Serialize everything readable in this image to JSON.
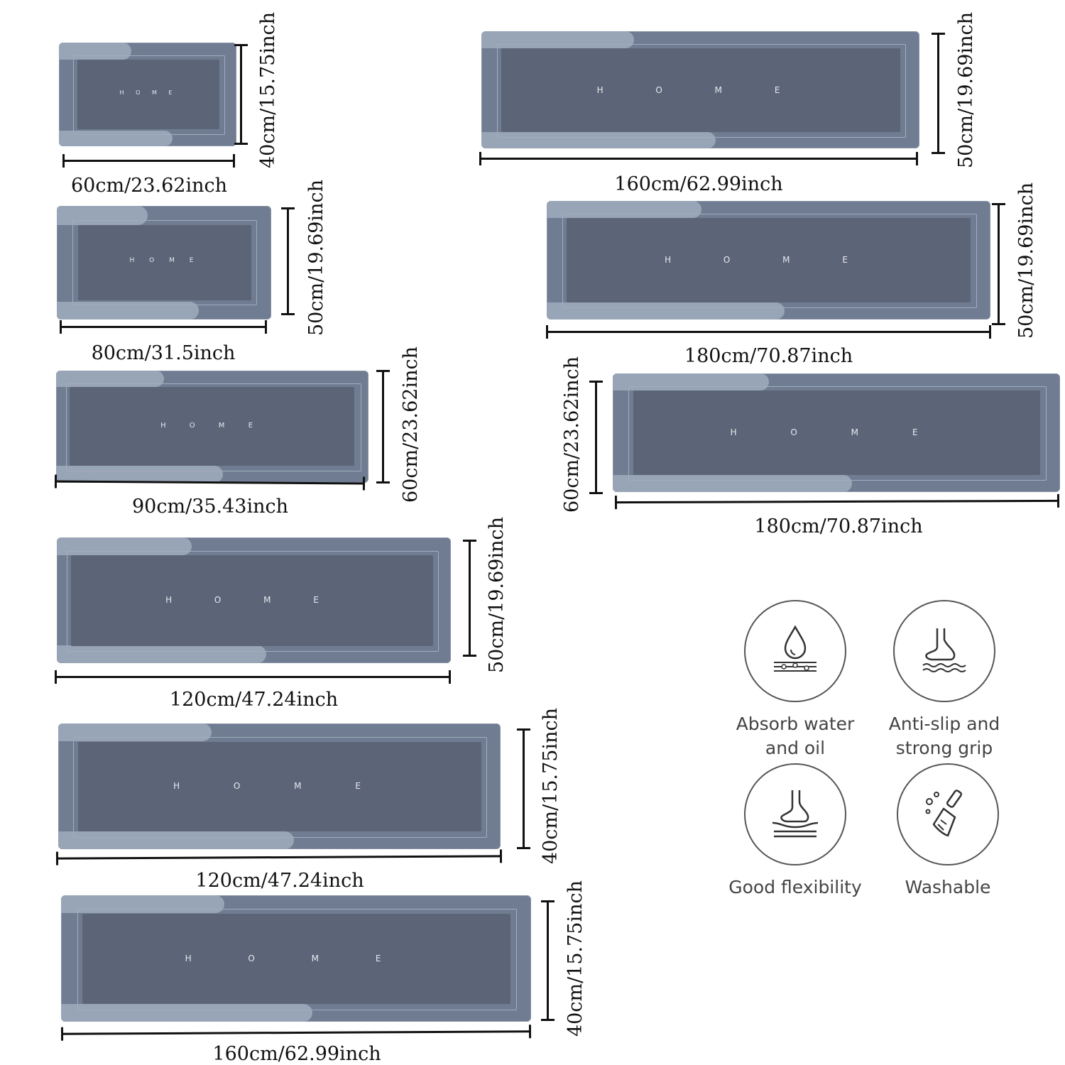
{
  "mat_text": "H O M E",
  "mats": [
    {
      "id": "mat-60x40",
      "width_label": "60cm/23.62inch",
      "height_label": "40cm/15.75inch"
    },
    {
      "id": "mat-80x50",
      "width_label": "80cm/31.5inch",
      "height_label": "50cm/19.69inch"
    },
    {
      "id": "mat-90x60",
      "width_label": "90cm/35.43inch",
      "height_label": "60cm/23.62inch"
    },
    {
      "id": "mat-120x50",
      "width_label": "120cm/47.24inch",
      "height_label": "50cm/19.69inch"
    },
    {
      "id": "mat-120x40",
      "width_label": "120cm/47.24inch",
      "height_label": "40cm/15.75inch"
    },
    {
      "id": "mat-160x40",
      "width_label": "160cm/62.99inch",
      "height_label": "40cm/15.75inch"
    },
    {
      "id": "mat-160x50",
      "width_label": "160cm/62.99inch",
      "height_label": "50cm/19.69inch"
    },
    {
      "id": "mat-180x50",
      "width_label": "180cm/70.87inch",
      "height_label": "50cm/19.69inch"
    },
    {
      "id": "mat-180x60",
      "width_label": "180cm/70.87inch",
      "height_label": "60cm/23.62inch"
    }
  ],
  "features": [
    {
      "label": "Absorb water\nand oil",
      "icon": "water-drop-icon"
    },
    {
      "label": "Anti-slip and\nstrong grip",
      "icon": "foot-grip-icon"
    },
    {
      "label": "Good flexibility",
      "icon": "foot-flex-icon"
    },
    {
      "label": "Washable",
      "icon": "brush-wash-icon"
    }
  ],
  "colors": {
    "mat_outer": "#6f7c91",
    "mat_accent": "#98a5b7",
    "mat_panel": "#5c6577",
    "text": "#111111"
  }
}
